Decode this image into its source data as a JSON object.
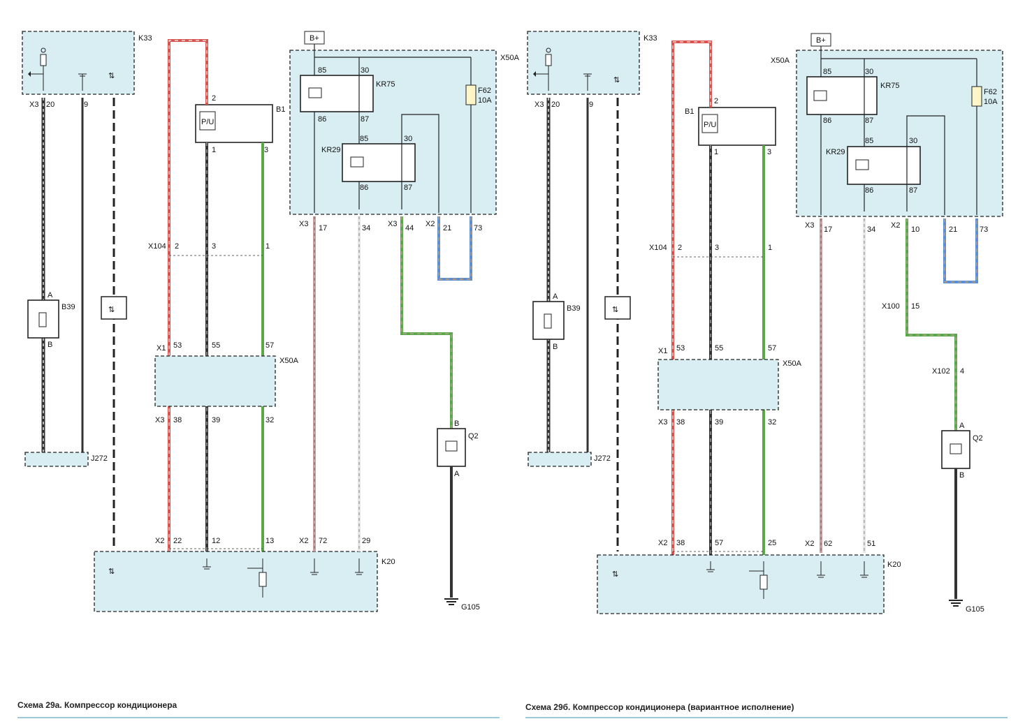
{
  "left": {
    "caption": "Схема 29а. Компрессор кондиционера",
    "k33": "K33",
    "b_plus": "B+",
    "x50a_top": "X50A",
    "kr75": "KR75",
    "kr29": "KR29",
    "f62": "F62",
    "f62_rating": "10A",
    "b1": "B1",
    "b39": "B39",
    "b39_a": "A",
    "b39_b": "B",
    "x3": "X3",
    "x3_pins": [
      "20",
      "9"
    ],
    "x104": "X104",
    "x104_pins": [
      "2",
      "3",
      "1"
    ],
    "x1": "X1",
    "x1_pins": [
      "53",
      "55",
      "57"
    ],
    "x50a_mid": "X50A",
    "x3b": "X3",
    "x3b_pins": [
      "38",
      "39",
      "32"
    ],
    "j272": "J272",
    "x2": "X2",
    "x2_pins": [
      "22",
      "12",
      "13"
    ],
    "k20": "K20",
    "relay_x3": "X3",
    "relay_x3_pins": [
      "17",
      "34"
    ],
    "relay_x3b": "X3",
    "relay_x3b_pin": "44",
    "relay_x2": "X2",
    "relay_x2_pins": [
      "21",
      "73"
    ],
    "x2_right": "X2",
    "x2_right_pins": [
      "72",
      "29"
    ],
    "q2": "Q2",
    "q2_top": "B",
    "q2_bot": "A",
    "g105": "G105",
    "b1_pins": [
      "2",
      "1",
      "3"
    ],
    "pu": "P/U",
    "relay_pins": [
      "85",
      "30",
      "86",
      "87"
    ]
  },
  "right": {
    "caption": "Схема 29б. Компрессор кондиционера (вариантное исполнение)",
    "k33": "K33",
    "b_plus": "B+",
    "x50a_top": "X50A",
    "kr75": "KR75",
    "kr29": "KR29",
    "f62": "F62",
    "f62_rating": "10A",
    "b1": "B1",
    "b39": "B39",
    "b39_a": "A",
    "b39_b": "B",
    "x3": "X3",
    "x3_pins": [
      "20",
      "9"
    ],
    "x104": "X104",
    "x104_pins": [
      "2",
      "3",
      "1"
    ],
    "x1": "X1",
    "x1_pins": [
      "53",
      "55",
      "57"
    ],
    "x50a_mid": "X50A",
    "x3b": "X3",
    "x3b_pins": [
      "38",
      "39",
      "32"
    ],
    "j272": "J272",
    "x2": "X2",
    "x2_pins": [
      "38",
      "57",
      "25"
    ],
    "k20": "K20",
    "relay_x3": "X3",
    "relay_x3_pins": [
      "17",
      "34"
    ],
    "relay_x2": "X2",
    "relay_x2_pins": [
      "10",
      "21",
      "73"
    ],
    "x100": "X100",
    "x100_pin": "15",
    "x102": "X102",
    "x102_pin": "4",
    "x2_right": "X2",
    "x2_right_pins": [
      "62",
      "51"
    ],
    "q2": "Q2",
    "q2_top": "A",
    "q2_bot": "B",
    "g105": "G105",
    "b1_pins": [
      "2",
      "1",
      "3"
    ],
    "pu": "P/U",
    "relay_pins": [
      "85",
      "30",
      "86",
      "87"
    ]
  },
  "colors": {
    "red": "#d9534f",
    "black": "#333333",
    "green": "#5aa84a",
    "blue": "#5b8fd1",
    "panel": "#d9eef3"
  }
}
